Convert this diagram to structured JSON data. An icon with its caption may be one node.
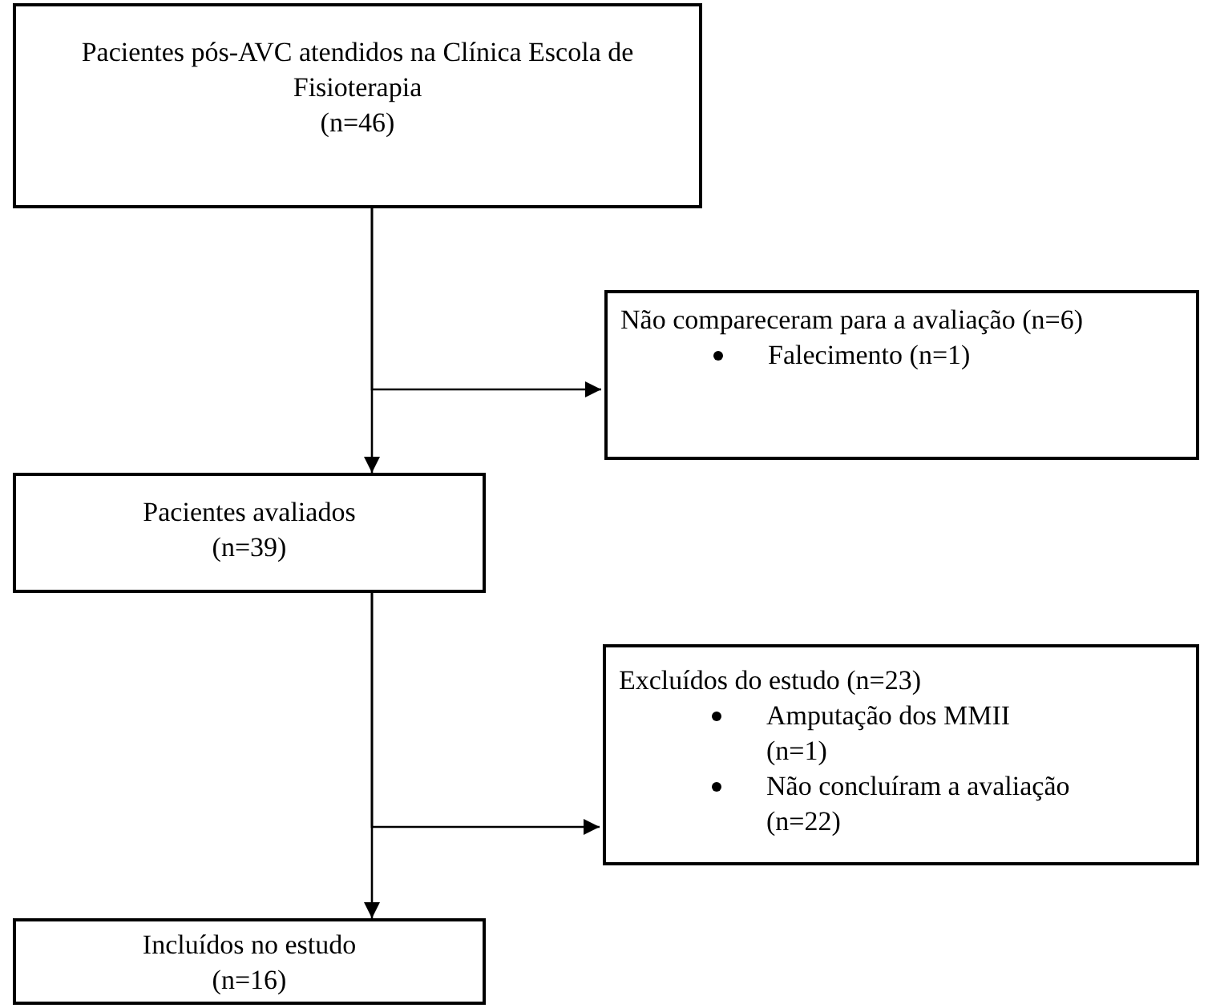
{
  "diagram": {
    "nodes": [
      {
        "text": [
          "Pacientes pós-AVC atendidos na Clínica Escola de Fisioterapia",
          "(n=46)"
        ]
      },
      {
        "text": [
          "Não compareceram para a avaliação (n=6)",
          "Falecimento (n=1)"
        ]
      },
      {
        "text": [
          "Pacientes avaliados",
          "(n=39)"
        ]
      },
      {
        "text": [
          "Excluídos do estudo (n=23)",
          "Amputação dos MMII (n=1)",
          "Não concluíram a avaliação (n=22)"
        ]
      },
      {
        "text": [
          "Incluídos no estudo",
          "(n=16)"
        ]
      }
    ],
    "edges": [
      {
        "from": 0,
        "to": 2,
        "arrow": "to"
      },
      {
        "from": 0,
        "to": 1,
        "arrow": "to"
      },
      {
        "from": 2,
        "to": 4,
        "arrow": "to"
      },
      {
        "from": 2,
        "to": 3,
        "arrow": "to"
      }
    ]
  }
}
